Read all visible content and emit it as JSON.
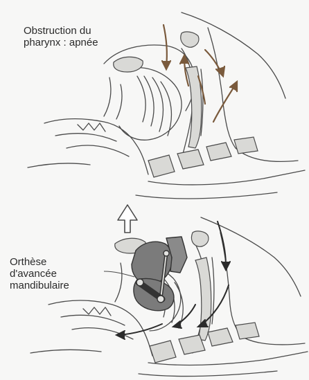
{
  "figure": {
    "top_panel": {
      "label_lines": [
        "Obstruction du",
        "pharynx : apnée"
      ]
    },
    "bottom_panel": {
      "label_lines": [
        "Orthèse",
        "d'avancée",
        "mandibulaire"
      ]
    },
    "between_panels_arrow": "hollow-up-arrow",
    "colors": {
      "background": "#f7f7f6",
      "line": "#4a4a4a",
      "airflow_top": "#7a5a3c",
      "airflow_bottom": "#2b2b2b",
      "bone_fill": "#d9d9d6",
      "device_fill": "#7b7b7b"
    }
  }
}
